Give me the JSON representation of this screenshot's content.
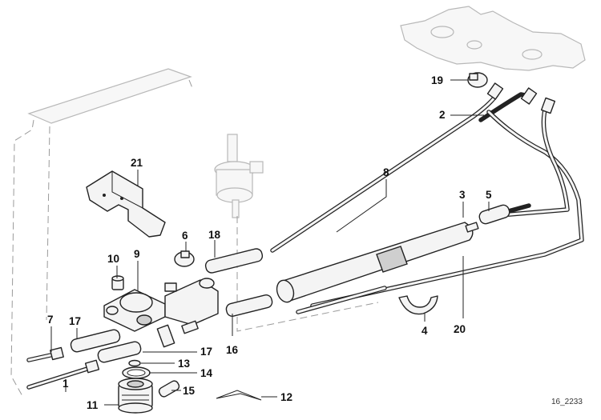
{
  "callouts": {
    "c1": "1",
    "c2": "2",
    "c3": "3",
    "c4": "4",
    "c5": "5",
    "c6": "6",
    "c7": "7",
    "c8": "8",
    "c9": "9",
    "c10": "10",
    "c11": "11",
    "c12": "12",
    "c13": "13",
    "c14": "14",
    "c15": "15",
    "c16": "16",
    "c17a": "17",
    "c17b": "17",
    "c18": "18",
    "c19": "19",
    "c20": "20",
    "c21": "21"
  },
  "diagram_code": "16_2233"
}
